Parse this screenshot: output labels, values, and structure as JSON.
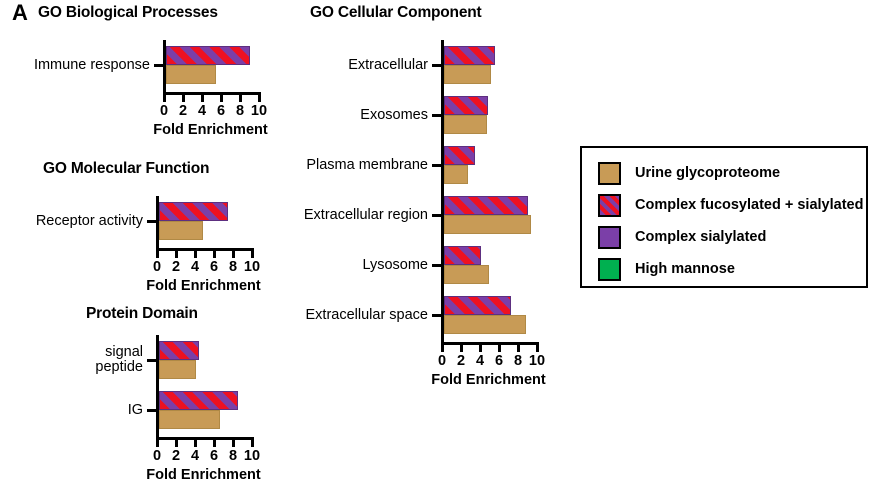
{
  "figure": {
    "panel_letter": "A"
  },
  "legend": {
    "items": [
      {
        "label": "Urine glycoproteome",
        "swatch": "tan-swatch",
        "color": "#c89b56"
      },
      {
        "label": "Complex fucosylated + sialylated",
        "swatch": "hatched-red-purple-swatch",
        "color": "#ee1122"
      },
      {
        "label": "Complex sialylated",
        "swatch": "purple-swatch",
        "color": "#7b3fa8"
      },
      {
        "label": "High mannose",
        "swatch": "green-swatch",
        "color": "#00b050"
      }
    ]
  },
  "chart_data": [
    {
      "type": "bar",
      "orientation": "horizontal",
      "title": "GO Biological Processes",
      "xlabel": "Fold Enrichment",
      "ylabel": "",
      "xlim": [
        0,
        10
      ],
      "xticks": [
        0,
        2,
        4,
        6,
        8,
        10
      ],
      "grid": false,
      "legend_position": "external-right",
      "categories": [
        "Immune response"
      ],
      "series": [
        {
          "name": "Complex fucosylated + sialylated",
          "values": [
            8.8
          ]
        },
        {
          "name": "Urine glycoproteome",
          "values": [
            5.3
          ]
        }
      ]
    },
    {
      "type": "bar",
      "orientation": "horizontal",
      "title": "GO Molecular Function",
      "xlabel": "Fold Enrichment",
      "ylabel": "",
      "xlim": [
        0,
        10
      ],
      "xticks": [
        0,
        2,
        4,
        6,
        8,
        10
      ],
      "grid": false,
      "legend_position": "external-right",
      "categories": [
        "Receptor activity"
      ],
      "series": [
        {
          "name": "Complex fucosylated + sialylated",
          "values": [
            7.3
          ]
        },
        {
          "name": "Urine glycoproteome",
          "values": [
            4.6
          ]
        }
      ]
    },
    {
      "type": "bar",
      "orientation": "horizontal",
      "title": "Protein Domain",
      "xlabel": "Fold Enrichment",
      "ylabel": "",
      "xlim": [
        0,
        10
      ],
      "xticks": [
        0,
        2,
        4,
        6,
        8,
        10
      ],
      "grid": false,
      "legend_position": "external-right",
      "categories": [
        "signal\npeptide",
        "IG"
      ],
      "series": [
        {
          "name": "Complex fucosylated + sialylated",
          "values": [
            4.2,
            8.3
          ]
        },
        {
          "name": "Urine glycoproteome",
          "values": [
            3.9,
            6.4
          ]
        }
      ]
    },
    {
      "type": "bar",
      "orientation": "horizontal",
      "title": "GO Cellular Component",
      "xlabel": "Fold Enrichment",
      "ylabel": "",
      "xlim": [
        0,
        10
      ],
      "xticks": [
        0,
        2,
        4,
        6,
        8,
        10
      ],
      "grid": false,
      "legend_position": "external-right",
      "categories": [
        "Extracellular",
        "Exosomes",
        "Plasma membrane",
        "Extracellular region",
        "Lysosome",
        "Extracellular space"
      ],
      "series": [
        {
          "name": "Complex fucosylated + sialylated",
          "values": [
            5.4,
            4.6,
            3.3,
            8.8,
            3.9,
            7.1
          ]
        },
        {
          "name": "Urine glycoproteome",
          "values": [
            4.9,
            4.5,
            2.5,
            9.2,
            4.7,
            8.6
          ]
        }
      ]
    }
  ]
}
